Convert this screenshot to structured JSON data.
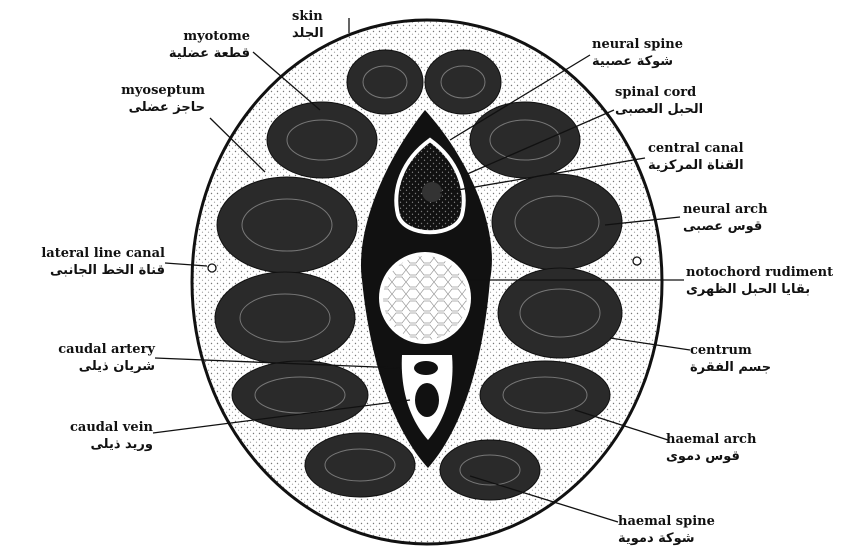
{
  "labels": {
    "skin": {
      "en": "skin",
      "ar": "الجلد"
    },
    "myotome": {
      "en": "myotome",
      "ar": "قطعة عضلية"
    },
    "myoseptum": {
      "en": "myoseptum",
      "ar": "حاجز عضلى"
    },
    "neural_spine": {
      "en": "neural spine",
      "ar": "شوكة عصبية"
    },
    "spinal_cord": {
      "en": "spinal cord",
      "ar": "الحبل العصبى"
    },
    "central_canal": {
      "en": "central canal",
      "ar": "القناة المركزية"
    },
    "neural_arch": {
      "en": "neural arch",
      "ar": "قوس عصبى"
    },
    "lateral_line_canal": {
      "en": "lateral line canal",
      "ar": "قناة الخط الجانبى"
    },
    "notochord_rudiment": {
      "en": "notochord rudiment",
      "ar": "بقايا الحبل الظهرى"
    },
    "caudal_artery": {
      "en": "caudal artery",
      "ar": "شريان ذيلى"
    },
    "centrum": {
      "en": "centrum",
      "ar": "جسم الفقرة"
    },
    "caudal_vein": {
      "en": "caudal vein",
      "ar": "وريد ذيلى"
    },
    "haemal_arch": {
      "en": "haemal arch",
      "ar": "قوس دموى"
    },
    "haemal_spine": {
      "en": "haemal spine",
      "ar": "شوكة دموية"
    }
  },
  "colors": {
    "ink": "#111111",
    "stipple": "#8a8a8a",
    "paper": "#ffffff"
  }
}
